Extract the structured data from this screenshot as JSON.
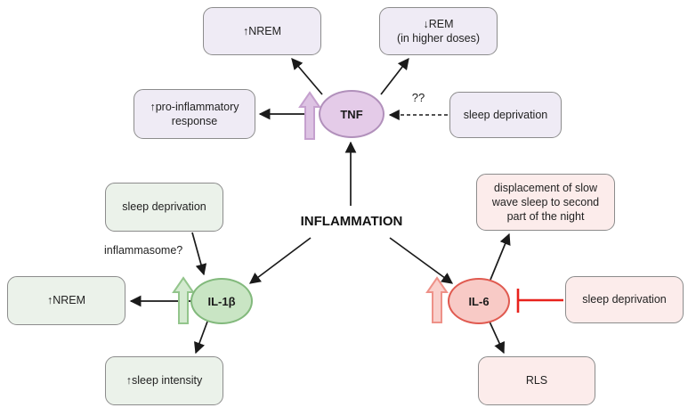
{
  "title": {
    "label": "INFLAMMATION"
  },
  "colors": {
    "purple_fill": "#e4cbe8",
    "purple_border": "#b190bb",
    "purple_arrow_fill": "#ddc3e3",
    "purple_arrow_border": "#c5a0ce",
    "lavender_box": "#efebf5",
    "green_fill": "#c9e5c4",
    "green_border": "#82b97c",
    "green_arrow_fill": "#d4ead0",
    "green_arrow_border": "#93c58c",
    "green_box": "#ebf2ea",
    "pink_fill": "#f8cac6",
    "pink_border": "#e05a50",
    "pink_arrow_fill": "#f9d0cc",
    "pink_arrow_border": "#ee9188",
    "pink_box": "#fceceb",
    "inhibition_red": "#e8221c",
    "line_black": "#1a1a1a",
    "box_border_gray": "#8c8c8c"
  },
  "nodes": {
    "tnf": {
      "label": "TNF"
    },
    "il1b": {
      "label": "IL-1β"
    },
    "il6": {
      "label": "IL-6"
    }
  },
  "boxes": {
    "nrem_tnf": {
      "label": "↑NREM"
    },
    "rem_higher_doses": {
      "label": "↓REM\n(in higher doses)"
    },
    "pro_inflammatory": {
      "label": "↑pro-inflammatory\nresponse"
    },
    "sleep_dep_tnf": {
      "label": "sleep deprivation"
    },
    "sleep_dep_il1b": {
      "label": "sleep deprivation"
    },
    "nrem_il1b": {
      "label": "↑NREM"
    },
    "sleep_intensity": {
      "label": "↑sleep intensity"
    },
    "displacement": {
      "label": "displacement of slow\nwave sleep to second\npart of the night"
    },
    "sleep_dep_il6": {
      "label": "sleep deprivation"
    },
    "rls": {
      "label": "RLS"
    }
  },
  "annotations": {
    "uncertain_link": "??",
    "inflammasome": "inflammasome?"
  }
}
